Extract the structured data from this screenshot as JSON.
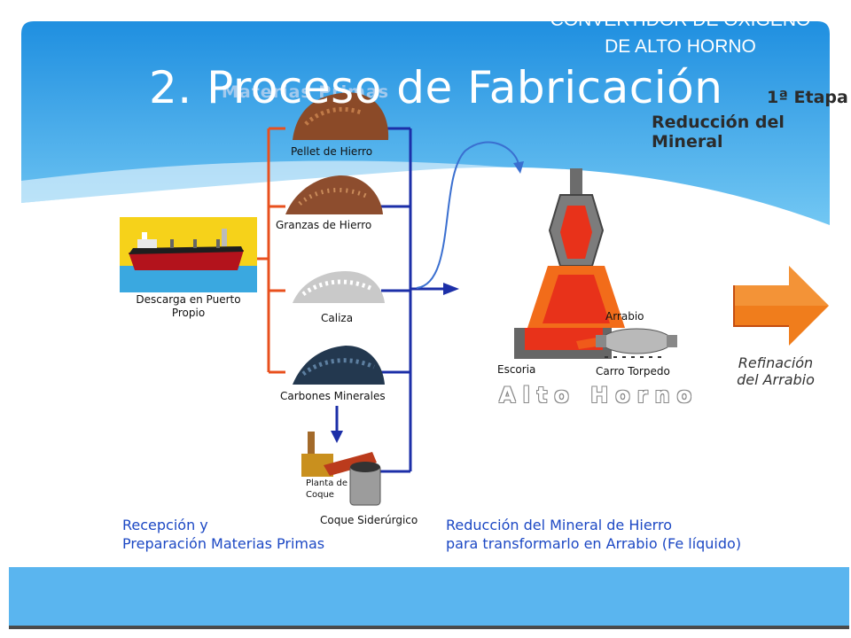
{
  "slide": {
    "top_caption_line1": "CONVERTIDOR DE OXIGENO",
    "top_caption_line2": "DE ALTO HORNO",
    "title": "2. Proceso de Fabricación",
    "ghost_title": "Materias Primas",
    "stage_number": "1ª Etapa",
    "stage_name": "Reducción del Mineral"
  },
  "diagram": {
    "ship_label": "Descarga en Puerto Propio",
    "materials": [
      {
        "label": "Pellet de Hierro"
      },
      {
        "label": "Granzas de Hierro"
      },
      {
        "label": "Caliza"
      },
      {
        "label": "Carbones Minerales"
      }
    ],
    "coke_plant_label_line1": "Planta de",
    "coke_plant_label_line2": "Coque",
    "coke_label": "Coque Siderúrgico",
    "furnace": {
      "name": "Alto Horno",
      "pig_iron_label": "Arrabio",
      "slag_label": "Escoria",
      "torpedo_label": "Carro Torpedo"
    },
    "refine_line1": "Refinación",
    "refine_line2": "del Arrabio",
    "section_left_line1": "Recepción y",
    "section_left_line2": "Preparación Materias Primas",
    "section_right_line1": "Reducción del Mineral de Hierro",
    "section_right_line2": "para transformarlo en Arrabio (Fe líquido)"
  },
  "colors": {
    "slide_blue": "#2aa0ea",
    "bracket_orange": "#e8501e",
    "bracket_blue": "#1c2fa8",
    "label_blue": "#1c48c4",
    "furnace_red": "#e8321a",
    "arrow_orange": "#f07d1c"
  }
}
